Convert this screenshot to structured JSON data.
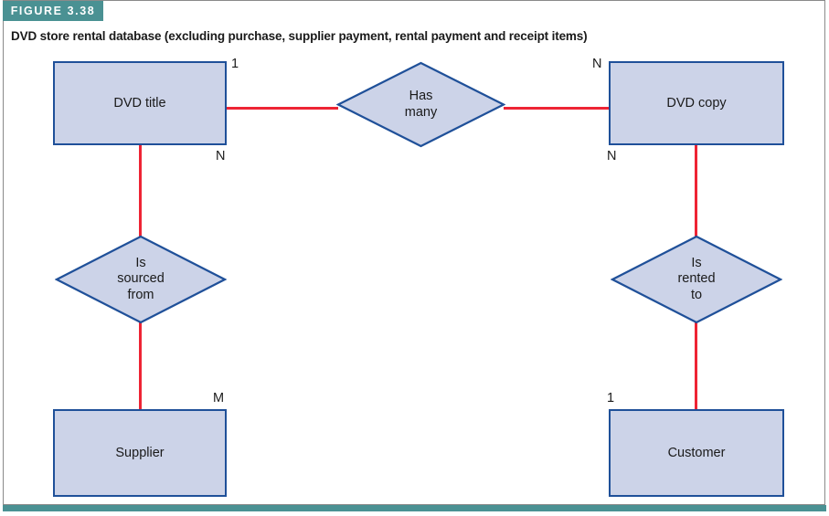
{
  "figure": {
    "tag": "FIGURE 3.38",
    "caption": "DVD store rental database (excluding purchase, supplier payment, rental payment and receipt items)"
  },
  "colors": {
    "teal": "#4a9193",
    "entity_fill": "#ccd3e8",
    "entity_border": "#1f5099",
    "connector": "#ee2434",
    "frame_border": "#8a8a8a",
    "text": "#1a1a1a"
  },
  "diagram": {
    "type": "entity-relationship-diagram",
    "entities": [
      {
        "id": "dvd-title",
        "label": "DVD title"
      },
      {
        "id": "dvd-copy",
        "label": "DVD copy"
      },
      {
        "id": "supplier",
        "label": "Supplier"
      },
      {
        "id": "customer",
        "label": "Customer"
      }
    ],
    "relationships": [
      {
        "id": "has-many",
        "line1": "Has",
        "line2": "many",
        "line3": ""
      },
      {
        "id": "is-sourced-from",
        "line1": "Is",
        "line2": "sourced",
        "line3": "from"
      },
      {
        "id": "is-rented-to",
        "line1": "Is",
        "line2": "rented",
        "line3": "to"
      }
    ],
    "cardinalities": {
      "dvd_title_to_has_many": "1",
      "dvd_copy_from_has_many": "N",
      "dvd_title_to_is_sourced_from": "N",
      "supplier_from_is_sourced_from": "M",
      "dvd_copy_to_is_rented_to": "N",
      "customer_from_is_rented_to": "1"
    },
    "connections": [
      {
        "from": "dvd-title",
        "via": "has-many",
        "to": "dvd-copy",
        "from_card": "1",
        "to_card": "N"
      },
      {
        "from": "dvd-title",
        "via": "is-sourced-from",
        "to": "supplier",
        "from_card": "N",
        "to_card": "M"
      },
      {
        "from": "dvd-copy",
        "via": "is-rented-to",
        "to": "customer",
        "from_card": "N",
        "to_card": "1"
      }
    ]
  }
}
